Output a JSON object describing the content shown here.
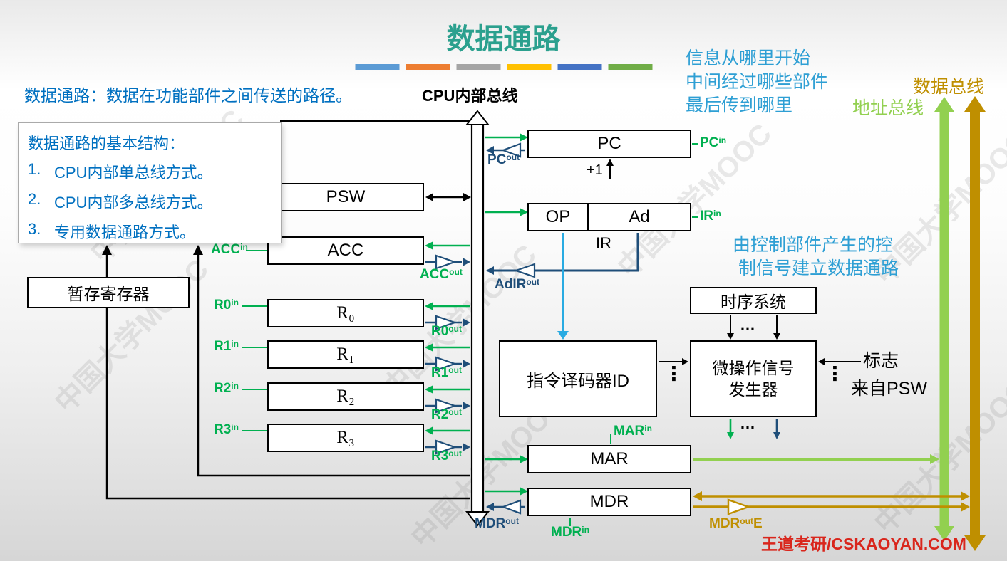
{
  "title": "数据通路",
  "accent_bar_colors": [
    "#5B9BD5",
    "#ED7D31",
    "#A5A5A5",
    "#FFC000",
    "#4472C4",
    "#70AD47"
  ],
  "definition": "数据通路：数据在功能部件之间传送的路径。",
  "internal_bus_label": "CPU内部总线",
  "flow_note": {
    "line1": "信息从哪里开始",
    "line2": "中间经过哪些部件",
    "line3": "最后传到哪里"
  },
  "structure_box": {
    "header": "数据通路的基本结构：",
    "items": [
      {
        "num": "1.",
        "text": "CPU内部单总线方式。"
      },
      {
        "num": "2.",
        "text": "CPU内部多总线方式。"
      },
      {
        "num": "3.",
        "text": "专用数据通路方式。"
      }
    ]
  },
  "external_buses": {
    "data": "数据总线",
    "address": "地址总线"
  },
  "control_note": {
    "line1": "由控制部件产生的控",
    "line2": "制信号建立数据通路"
  },
  "components": {
    "temp_reg": "暂存寄存器",
    "psw": "PSW",
    "acc": "ACC",
    "r0": "R₀",
    "r1": "R₁",
    "r2": "R₂",
    "r3": "R₃",
    "pc": "PC",
    "op": "OP",
    "ad": "Ad",
    "ir": "IR",
    "timing": "时序系统",
    "decoder": "指令译码器ID",
    "generator_line1": "微操作信号",
    "generator_line2": "发生器",
    "mar": "MAR",
    "mdr": "MDR"
  },
  "signals": {
    "pc_in": {
      "base": "PC",
      "sup": "in"
    },
    "pc_out": {
      "base": "PC",
      "sup": "out"
    },
    "plus_one": "+1",
    "ir_in": {
      "base": "IR",
      "sup": "in"
    },
    "adir_out": {
      "base": "AdIR",
      "sup": "out"
    },
    "acc_in": {
      "base": "ACC",
      "sup": "in"
    },
    "acc_out": {
      "base": "ACC",
      "sup": "out"
    },
    "r0_in": {
      "base": "R0",
      "sup": "in"
    },
    "r0_out": {
      "base": "R0",
      "sup": "out"
    },
    "r1_in": {
      "base": "R1",
      "sup": "in"
    },
    "r1_out": {
      "base": "R1",
      "sup": "out"
    },
    "r2_in": {
      "base": "R2",
      "sup": "in"
    },
    "r2_out": {
      "base": "R2",
      "sup": "out"
    },
    "r3_in": {
      "base": "R3",
      "sup": "in"
    },
    "r3_out": {
      "base": "R3",
      "sup": "out"
    },
    "mar_in": {
      "base": "MAR",
      "sup": "in"
    },
    "mdr_in": {
      "base": "MDR",
      "sup": "in"
    },
    "mdr_out": {
      "base": "MDR",
      "sup": "out"
    },
    "mdr_out_e": {
      "base": "MDR",
      "sup": "out",
      "tail": "E"
    }
  },
  "flags_note": {
    "line1": "标志",
    "line2": "来自PSW"
  },
  "dots": {
    "h": "…",
    "v": "⋮"
  },
  "watermark": "中国大学MOOC",
  "footer": "王道考研/CSKAOYAN.COM",
  "colors": {
    "title_teal": "#2BA08E",
    "text_blue": "#0070C0",
    "light_blue": "#2E9FD4",
    "signal_green": "#00B050",
    "signal_navy": "#1F4E79",
    "decoder_cyan": "#29ABE2",
    "address_bus_green": "#92D050",
    "data_bus_yellow": "#BF8F00",
    "footer_red": "#D9261C"
  }
}
